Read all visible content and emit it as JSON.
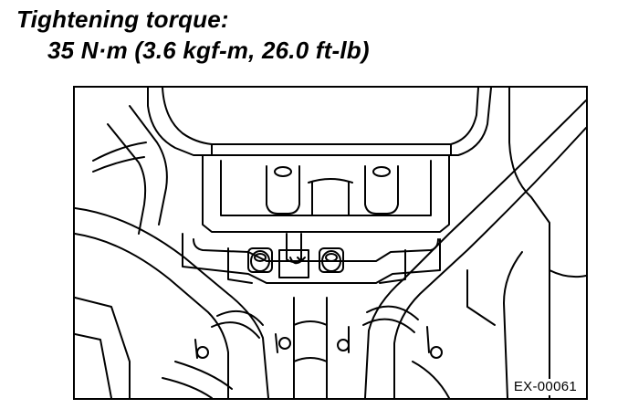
{
  "spec": {
    "label": "Tightening torque:",
    "value": "35 N·m (3.6 kgf-m, 26.0 ft-lb)"
  },
  "figure": {
    "reference_code": "EX-00061",
    "line_color": "#000000",
    "background_color": "#ffffff"
  }
}
